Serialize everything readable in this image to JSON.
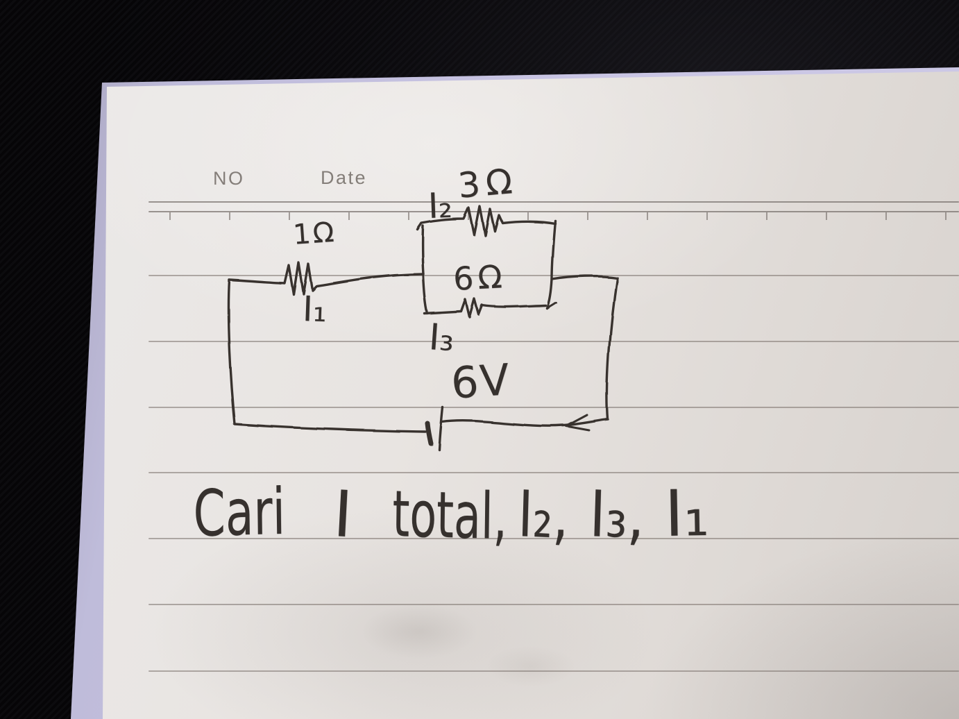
{
  "page": {
    "header": {
      "no_label": "NO",
      "date_label": "Date"
    }
  },
  "circuit": {
    "type": "resistive-dc-circuit",
    "source": {
      "label": "6V",
      "kind": "battery"
    },
    "components": [
      {
        "id": "R1",
        "value": "1Ω",
        "current_label": "I₁",
        "position": "series-left"
      },
      {
        "id": "R2",
        "value": "3Ω",
        "current_label": "I₂",
        "position": "parallel-top"
      },
      {
        "id": "R3",
        "value": "6Ω",
        "current_label": "I₃",
        "position": "parallel-bottom"
      }
    ],
    "labels": {
      "r1": "1Ω",
      "i1": "I₁",
      "i2": "I₂",
      "r2": "3Ω",
      "r3": "6Ω",
      "i3": "I₃",
      "battery": "6V"
    }
  },
  "question": {
    "full_text": "Cari I total, I₂, I₃, I₁",
    "parts": [
      "Cari",
      "I",
      "total,",
      "I₂,",
      "I₃,",
      "I₁"
    ]
  },
  "colors": {
    "background": "#08070a",
    "paper": "#e8e4e1",
    "page_edge": "#c9c5e4",
    "rule_line": "#7a716c",
    "ink": "#36312e",
    "printed_text": "#847e79"
  }
}
